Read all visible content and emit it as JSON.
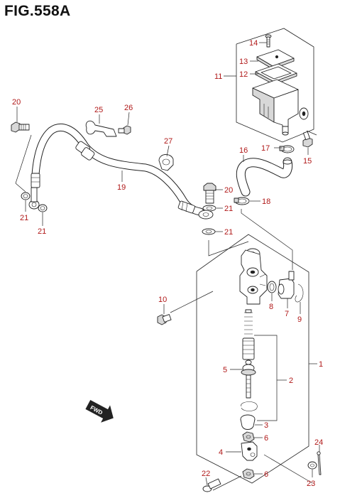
{
  "title": "FIG.558A",
  "callouts": [
    {
      "id": "c1",
      "text": "1"
    },
    {
      "id": "c2",
      "text": "2"
    },
    {
      "id": "c3",
      "text": "3"
    },
    {
      "id": "c4",
      "text": "4"
    },
    {
      "id": "c5",
      "text": "5"
    },
    {
      "id": "c6a",
      "text": "6"
    },
    {
      "id": "c6b",
      "text": "6"
    },
    {
      "id": "c7",
      "text": "7"
    },
    {
      "id": "c8",
      "text": "8"
    },
    {
      "id": "c9",
      "text": "9"
    },
    {
      "id": "c10",
      "text": "10"
    },
    {
      "id": "c11",
      "text": "11"
    },
    {
      "id": "c12",
      "text": "12"
    },
    {
      "id": "c13",
      "text": "13"
    },
    {
      "id": "c14",
      "text": "14"
    },
    {
      "id": "c15",
      "text": "15"
    },
    {
      "id": "c16",
      "text": "16"
    },
    {
      "id": "c17",
      "text": "17"
    },
    {
      "id": "c18",
      "text": "18"
    },
    {
      "id": "c19",
      "text": "19"
    },
    {
      "id": "c20a",
      "text": "20"
    },
    {
      "id": "c20b",
      "text": "20"
    },
    {
      "id": "c21a",
      "text": "21"
    },
    {
      "id": "c21b",
      "text": "21"
    },
    {
      "id": "c21c",
      "text": "21"
    },
    {
      "id": "c21d",
      "text": "21"
    },
    {
      "id": "c22",
      "text": "22"
    },
    {
      "id": "c23",
      "text": "23"
    },
    {
      "id": "c24",
      "text": "24"
    },
    {
      "id": "c25",
      "text": "25"
    },
    {
      "id": "c26",
      "text": "26"
    },
    {
      "id": "c27",
      "text": "27"
    }
  ],
  "fwd_label": "FWD",
  "colors": {
    "callout": "#b01818",
    "line": "#222222"
  }
}
